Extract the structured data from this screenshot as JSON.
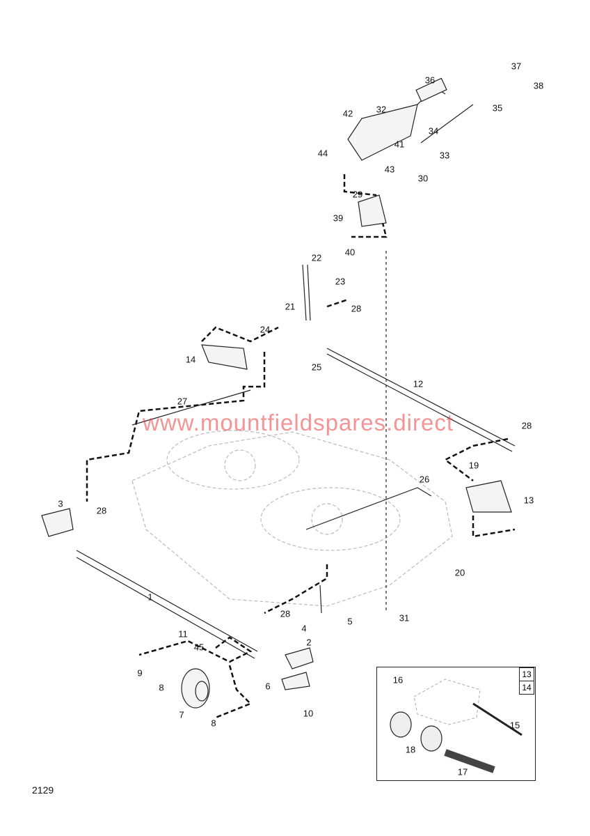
{
  "figure_number": "2129",
  "watermark": "www.mountfieldspares.direct",
  "inset_refs": [
    "13",
    "14"
  ],
  "labels": [
    "37",
    "38",
    "36",
    "35",
    "42",
    "32",
    "34",
    "41",
    "33",
    "44",
    "43",
    "30",
    "29",
    "39",
    "40",
    "22",
    "23",
    "21",
    "28",
    "24",
    "14",
    "25",
    "12",
    "27",
    "28",
    "19",
    "26",
    "13",
    "3",
    "28",
    "20",
    "1",
    "5",
    "31",
    "28",
    "4",
    "11",
    "45",
    "2",
    "16",
    "9",
    "8",
    "6",
    "7",
    "8",
    "10",
    "15",
    "18",
    "17"
  ]
}
